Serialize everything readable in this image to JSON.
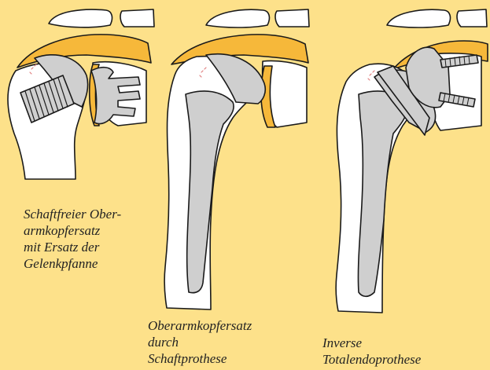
{
  "captions": {
    "left": [
      "Schaftfreier Ober-",
      "armkopfersatz",
      "mit Ersatz der",
      "Gelenkpfanne"
    ],
    "middle": [
      "Oberarmkopfersatz",
      "durch",
      "Schaftprothese"
    ],
    "right": [
      "Inverse",
      "Totalendoprothese"
    ]
  },
  "colors": {
    "background": "#fde18a",
    "bone": "#ffffff",
    "implant": "#cfcfcf",
    "cartilage": "#f6b83a",
    "outline": "#1a1a1a"
  }
}
